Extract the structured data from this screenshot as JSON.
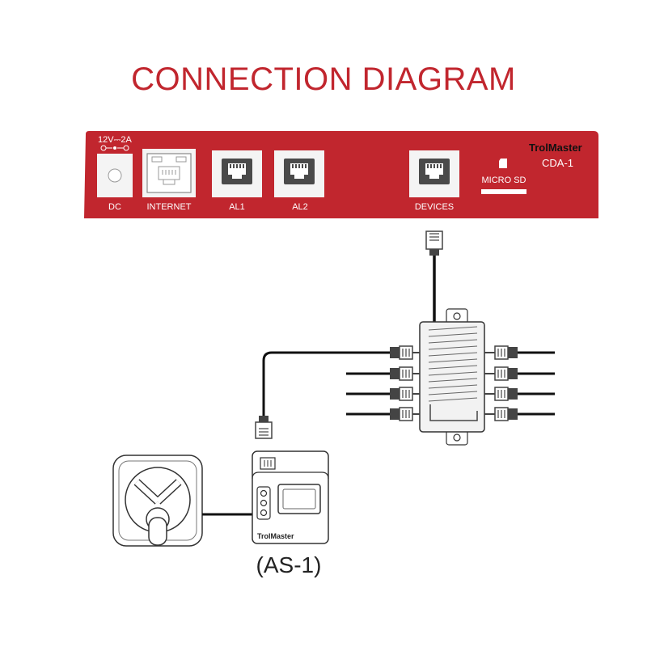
{
  "title": "CONNECTION DIAGRAM",
  "controller": {
    "brand": "TrolMaster",
    "model": "CDA-1",
    "power_label": "12V⎓2A",
    "ports": {
      "dc": "DC",
      "internet": "INTERNET",
      "al1": "AL1",
      "al2": "AL2",
      "devices": "DEVICES",
      "microsd": "MICRO SD"
    },
    "colors": {
      "panel": "#c1262e",
      "port": "#eeeeee",
      "jack": "#444444"
    }
  },
  "sensor": {
    "caption": "(AS-1)",
    "brand": "TrolMaster"
  }
}
